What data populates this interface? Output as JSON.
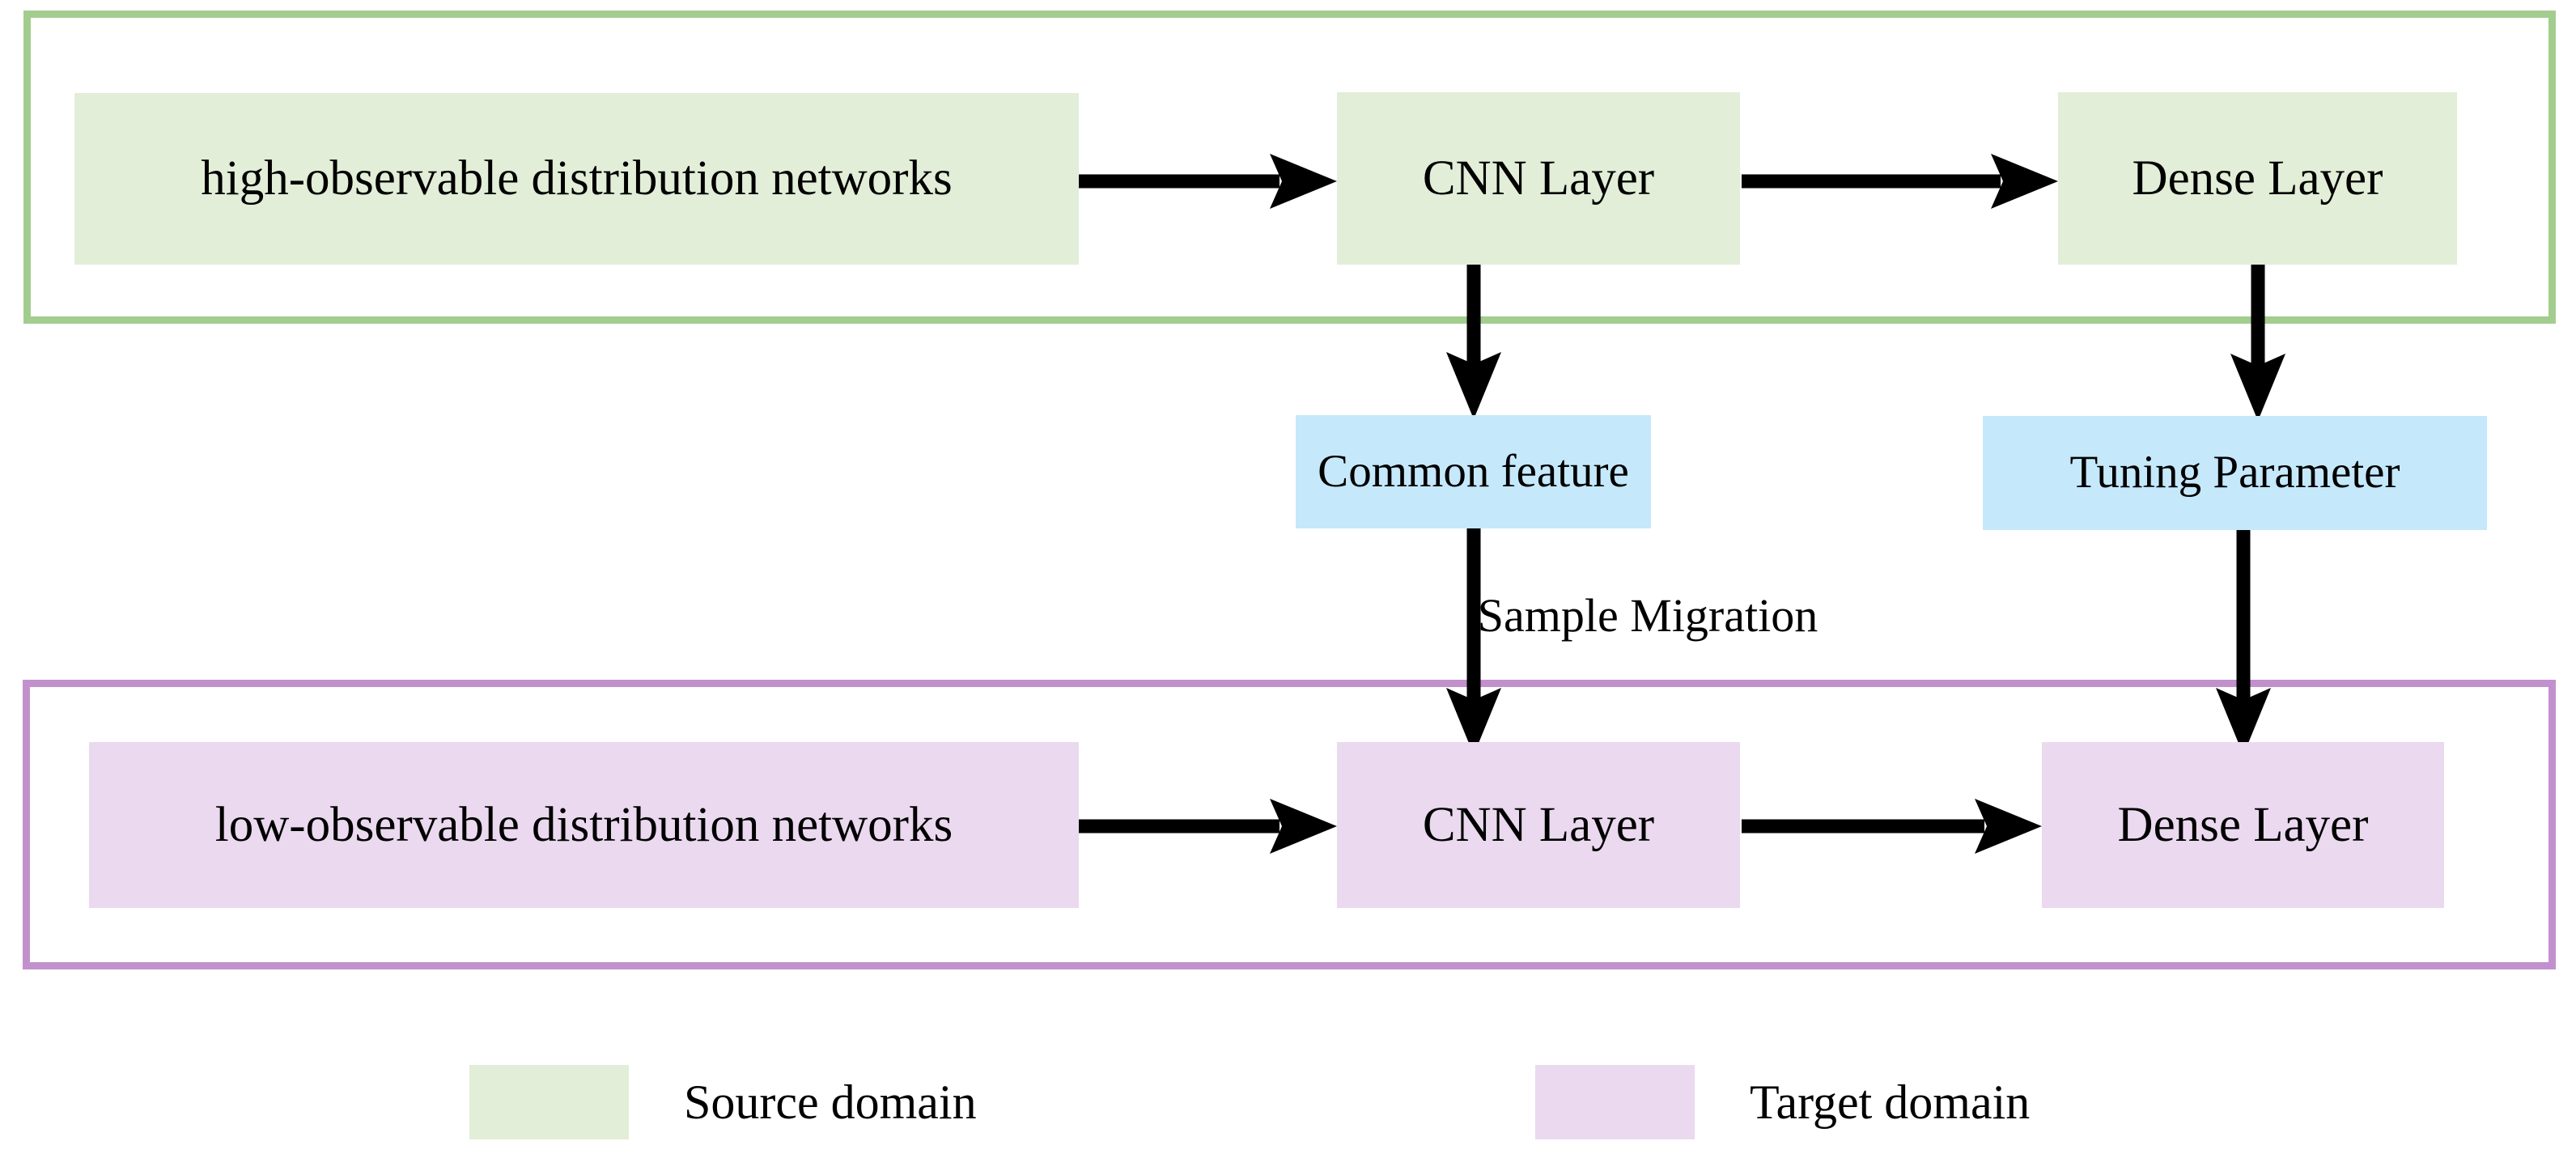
{
  "diagram": {
    "title": "Transfer-learning architecture between high-observable and low-observable distribution networks",
    "colors": {
      "source_fill": "#e2eed8",
      "source_border": "#a3cd8e",
      "target_fill": "#ead9ef",
      "target_border": "#c291cd",
      "bridge_fill": "#c5e8fb",
      "arrow": "#000000",
      "background": "#ffffff"
    }
  },
  "source_domain": {
    "frame_name": "source-domain-frame",
    "nodes": [
      {
        "id": "src-input",
        "label": "high-observable distribution networks"
      },
      {
        "id": "src-cnn",
        "label": "CNN Layer"
      },
      {
        "id": "src-dense",
        "label": "Dense Layer"
      }
    ]
  },
  "bridge": {
    "nodes": [
      {
        "id": "common-feature",
        "label": "Common feature"
      },
      {
        "id": "tuning-parameter",
        "label": "Tuning Parameter"
      }
    ],
    "caption": "Sample Migration"
  },
  "target_domain": {
    "frame_name": "target-domain-frame",
    "nodes": [
      {
        "id": "tgt-input",
        "label": "low-observable distribution networks"
      },
      {
        "id": "tgt-cnn",
        "label": "CNN Layer"
      },
      {
        "id": "tgt-dense",
        "label": "Dense Layer"
      }
    ]
  },
  "legend": {
    "items": [
      {
        "id": "legend-source",
        "label": "Source domain",
        "color": "#e2eed8"
      },
      {
        "id": "legend-target",
        "label": "Target domain",
        "color": "#ead9ef"
      }
    ]
  },
  "edges": [
    {
      "from": "src-input",
      "to": "src-cnn",
      "direction": "right"
    },
    {
      "from": "src-cnn",
      "to": "src-dense",
      "direction": "right"
    },
    {
      "from": "src-cnn",
      "to": "common-feature",
      "direction": "down"
    },
    {
      "from": "src-dense",
      "to": "tuning-parameter",
      "direction": "down"
    },
    {
      "from": "common-feature",
      "to": "tgt-cnn",
      "direction": "down"
    },
    {
      "from": "tuning-parameter",
      "to": "tgt-dense",
      "direction": "down"
    },
    {
      "from": "tgt-input",
      "to": "tgt-cnn",
      "direction": "right"
    },
    {
      "from": "tgt-cnn",
      "to": "tgt-dense",
      "direction": "right"
    }
  ]
}
